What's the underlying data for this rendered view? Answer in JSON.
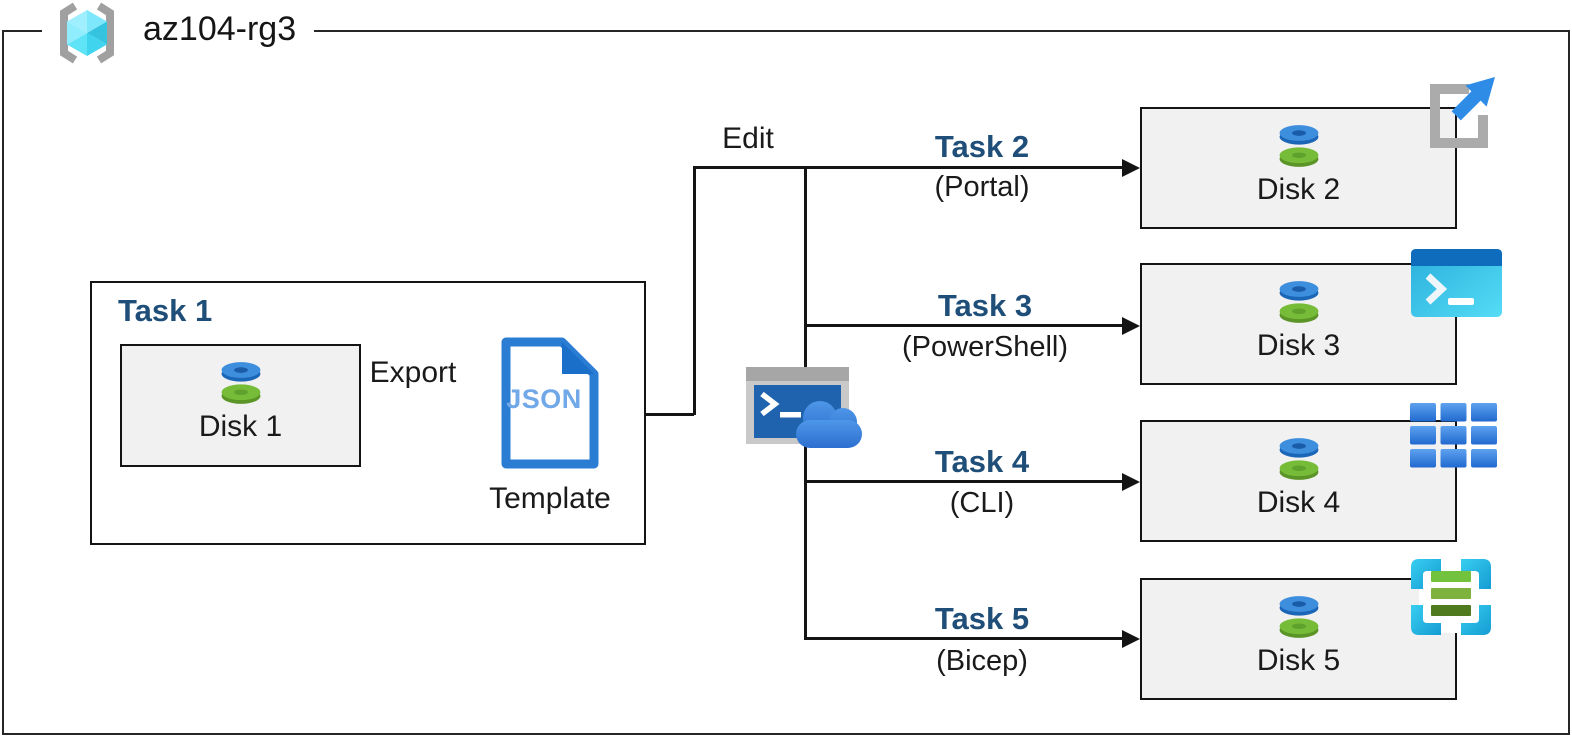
{
  "resource_group": {
    "name": "az104-rg3",
    "icon": "resource-group-icon"
  },
  "colors": {
    "task_label": "#1F4E79",
    "line": "#141414",
    "disk_box_fill": "#F1F1F1",
    "accent_blue": "#2B7CD3",
    "cube_cyan": "#50E6FF"
  },
  "task1": {
    "title": "Task 1",
    "disk": {
      "label": "Disk 1",
      "icon": "managed-disk-icon"
    },
    "export_label": "Export",
    "json_badge": "JSON",
    "template_label": "Template",
    "template_icon": "json-template-icon"
  },
  "edit_label": "Edit",
  "shell_icon": "cloud-shell-icon",
  "tasks": [
    {
      "title": "Task 2",
      "method": "(Portal)",
      "disk": {
        "label": "Disk 2",
        "icon": "managed-disk-icon"
      },
      "tool_icon": "portal-icon"
    },
    {
      "title": "Task 3",
      "method": "(PowerShell)",
      "disk": {
        "label": "Disk 3",
        "icon": "managed-disk-icon"
      },
      "tool_icon": "powershell-icon"
    },
    {
      "title": "Task 4",
      "method": "(CLI)",
      "disk": {
        "label": "Disk 4",
        "icon": "managed-disk-icon"
      },
      "tool_icon": "cli-icon"
    },
    {
      "title": "Task 5",
      "method": "(Bicep)",
      "disk": {
        "label": "Disk 5",
        "icon": "managed-disk-icon"
      },
      "tool_icon": "bicep-icon"
    }
  ]
}
